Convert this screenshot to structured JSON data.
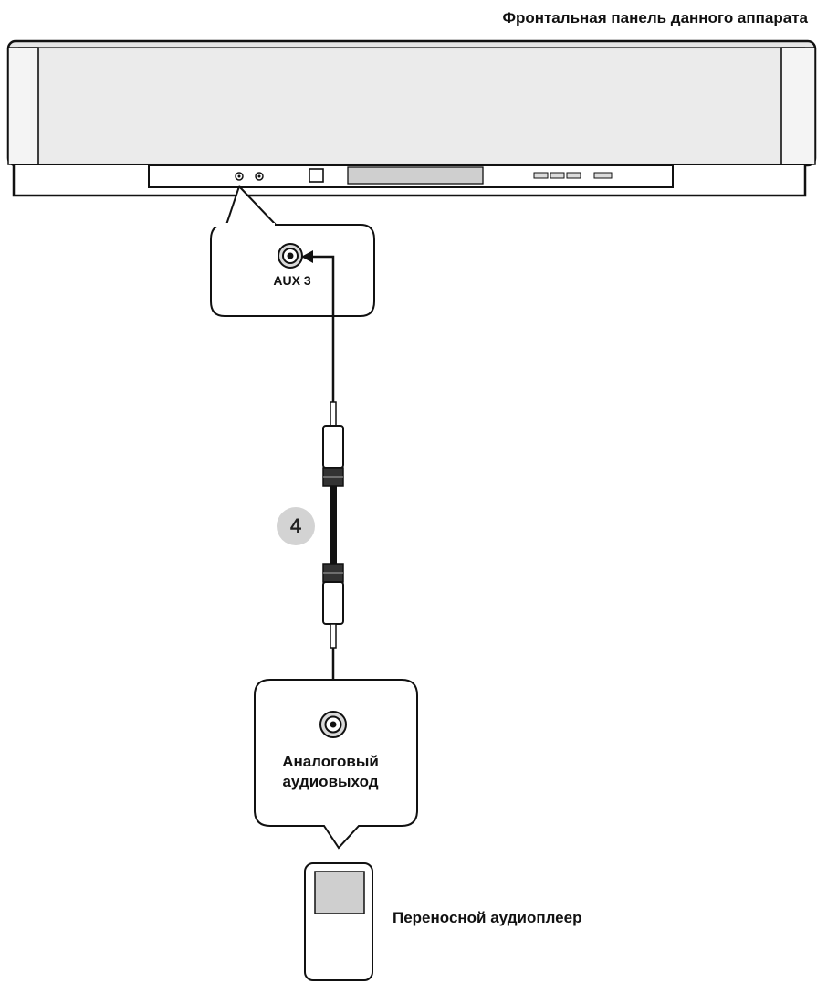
{
  "title": "Фронтальная панель данного аппарата",
  "aux_jack": {
    "label": "AUX 3"
  },
  "step": {
    "number": "4"
  },
  "audio_output": {
    "line1": "Аналоговый",
    "line2": "аудиовыход"
  },
  "player": {
    "label": "Переносной аудиоплеер"
  },
  "colors": {
    "outline": "#111111",
    "panel_fill": "#e6e6e6",
    "step_circle": "#d3d3d3",
    "display_fill": "#cfcfcf"
  }
}
